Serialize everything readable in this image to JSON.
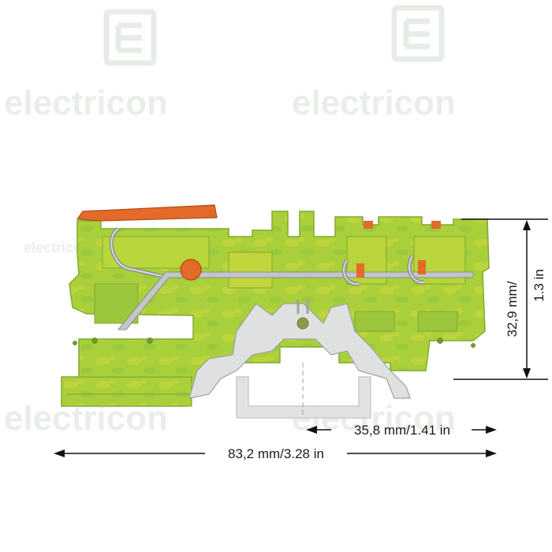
{
  "watermark": {
    "brand": "electricon"
  },
  "dimensions": {
    "total_width": "83,2 mm/3.28 in",
    "rail_width": "35,8 mm/1.41 in",
    "height_line1": "32,9 mm/",
    "height_line2": "1.3 in"
  },
  "colors": {
    "housing": "#a8cf3a",
    "housing_shade": "#c9d43a",
    "actuator": "#e86a2a",
    "rail": "#d9dcdc",
    "metal": "#b9bdbe",
    "dimension_line": "#111111"
  }
}
